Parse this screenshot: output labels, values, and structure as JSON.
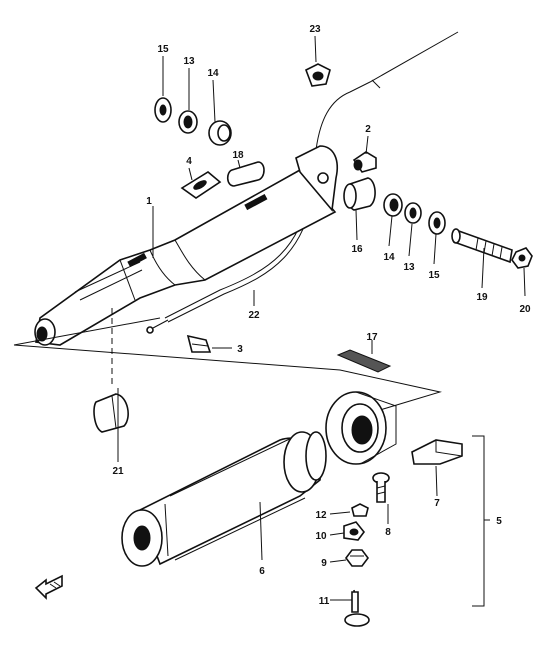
{
  "diagram": {
    "callouts": {
      "p1": "1",
      "p2": "2",
      "p3": "3",
      "p4": "4",
      "p5": "5",
      "p6": "6",
      "p7": "7",
      "p8": "8",
      "p9": "9",
      "p10": "10",
      "p11": "11",
      "p12": "12",
      "p13a": "13",
      "p13b": "13",
      "p14a": "14",
      "p14b": "14",
      "p15a": "15",
      "p15b": "15",
      "p16": "16",
      "p17": "17",
      "p18": "18",
      "p19": "19",
      "p20": "20",
      "p21": "21",
      "p22": "22",
      "p23": "23"
    },
    "icons": [
      "front-direction-arrow-icon"
    ]
  }
}
